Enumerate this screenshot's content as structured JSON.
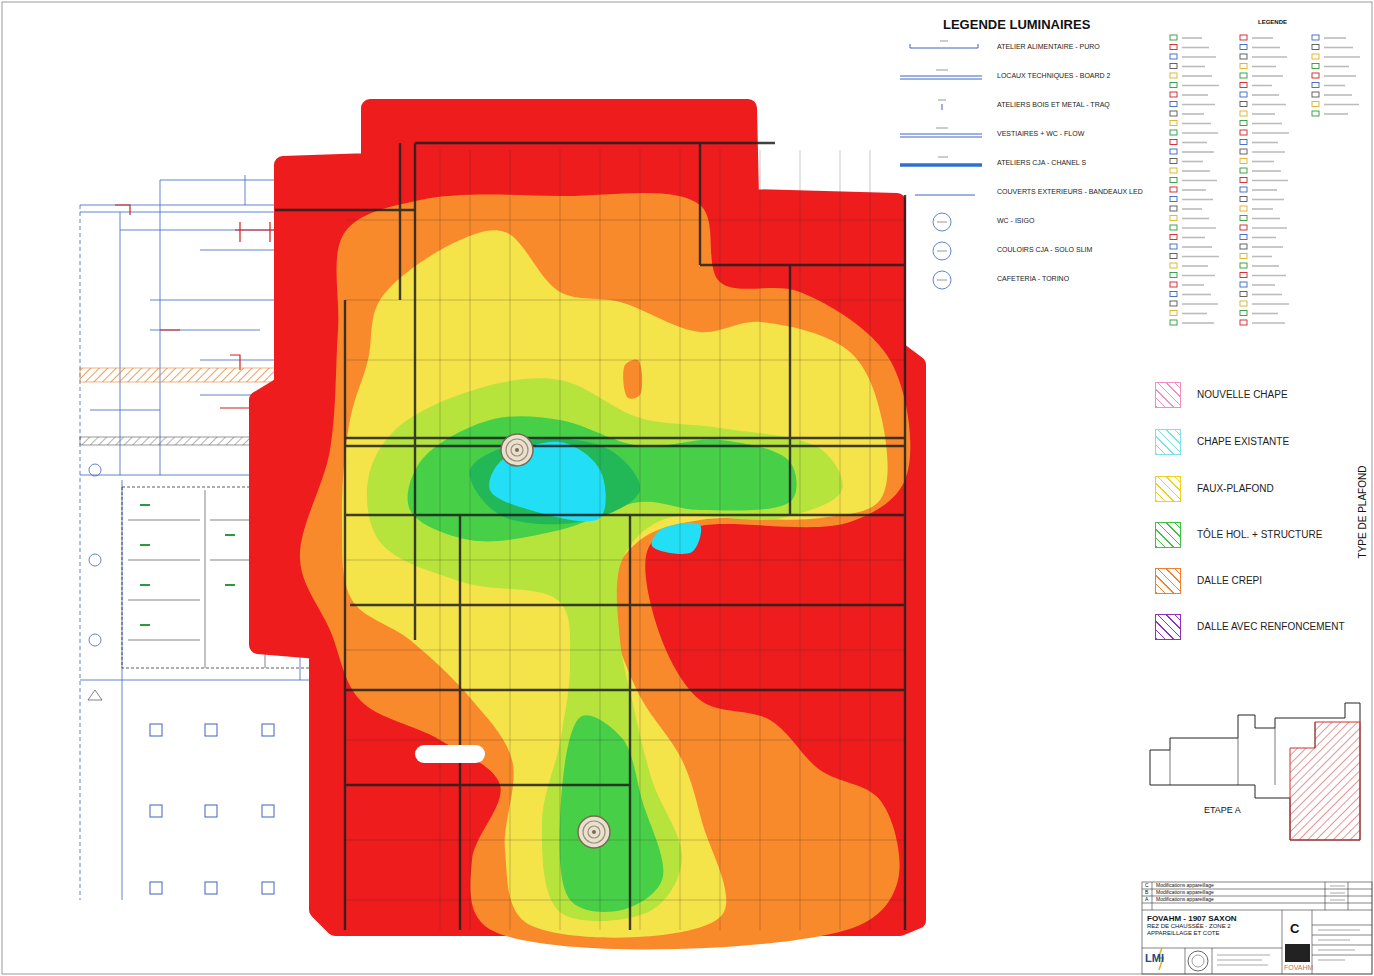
{
  "diagram": {
    "nodes": [
      {
        "text": [
          "FOVAHM - 1907 SAXON",
          "REZ DE CHAUSSÉE - ZONE 2",
          "APPAREILLAGE ET COTE"
        ]
      }
    ],
    "labels": [
      "LEGENDE LUMINAIRES",
      "LEGENDE",
      "TYPE DE PLAFOND",
      "ETAPE A",
      "C",
      "C",
      "B",
      "A",
      "Modifications appareillage",
      "Modifications appareillage",
      "Modifications appareillage",
      "FOVAHM",
      "LMI"
    ],
    "legend": [
      {
        "text": "ATELIER ALIMENTAIRE - PURO"
      },
      {
        "text": "LOCAUX TECHNIQUES - BOARD 2"
      },
      {
        "text": "ATELIERS BOIS ET METAL - TRAQ"
      },
      {
        "text": "VESTIAIRES + WC - FLOW"
      },
      {
        "text": "ATELIERS CJA - CHANEL S"
      },
      {
        "text": "COUVERTS EXTERIEURS - BANDEAUX LED"
      },
      {
        "text": "WC - ISIGO"
      },
      {
        "text": "COULOIRS CJA - SOLO SLIM"
      },
      {
        "text": "CAFETERIA - TORINO"
      },
      {
        "text": "NOUVELLE CHAPE",
        "color": "#f090c0"
      },
      {
        "text": "CHAPE EXISTANTE",
        "color": "#80e0ea"
      },
      {
        "text": "FAUX-PLAFOND",
        "color": "#f0d020"
      },
      {
        "text": "TÔLE HOL. + STRUCTURE",
        "color": "#40c040"
      },
      {
        "text": "DALLE CREPI",
        "color": "#f08030"
      },
      {
        "text": "DALLE AVEC RENFONCEMENT",
        "color": "#9030c0"
      }
    ]
  }
}
